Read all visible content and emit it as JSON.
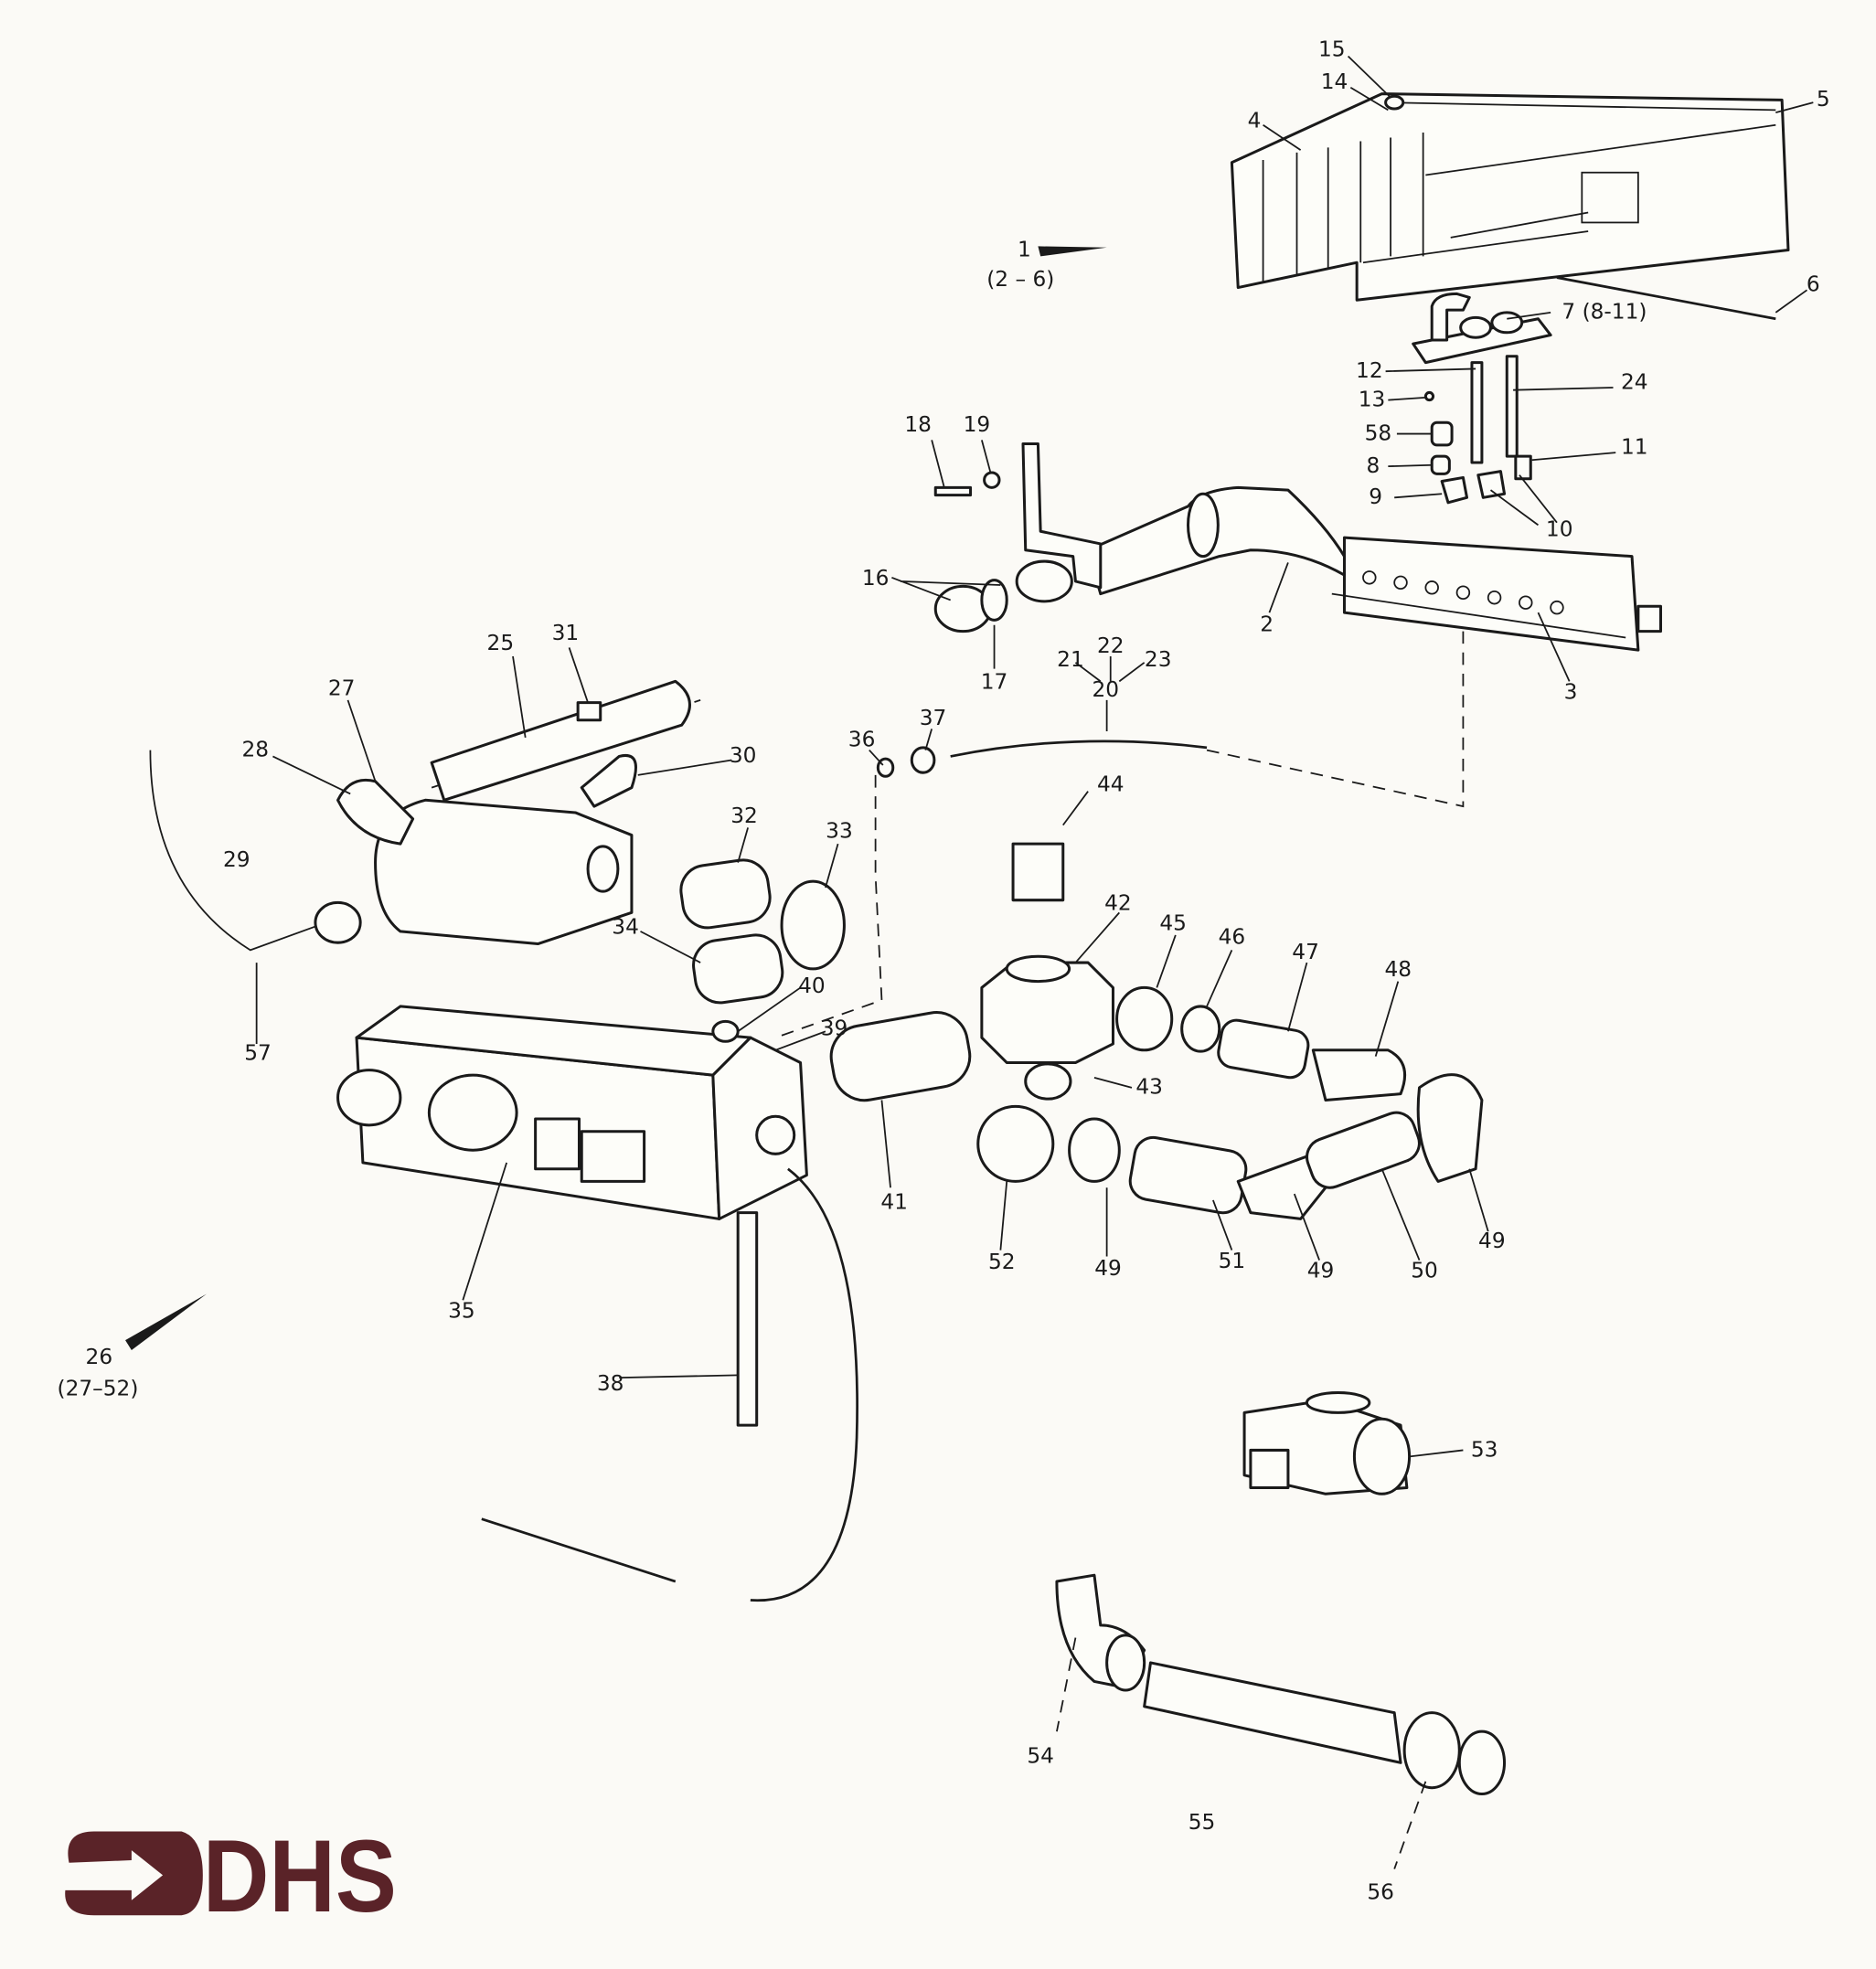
{
  "diagram": {
    "title": "Gas burner and control valve exploded parts diagram",
    "callouts": [
      "15",
      "14",
      "4",
      "5",
      "1",
      "(2 – 6)",
      "6",
      "7 (8-11)",
      "12",
      "24",
      "13",
      "58",
      "11",
      "8",
      "9",
      "10",
      "18",
      "19",
      "16",
      "2",
      "3",
      "17",
      "21",
      "22",
      "23",
      "20",
      "25",
      "31",
      "27",
      "28",
      "30",
      "36",
      "37",
      "44",
      "32",
      "33",
      "29",
      "42",
      "45",
      "46",
      "47",
      "48",
      "34",
      "40",
      "39",
      "57",
      "43",
      "41",
      "52",
      "49",
      "51",
      "49",
      "50",
      "49",
      "35",
      "26",
      "(27–52)",
      "38",
      "53",
      "54",
      "55",
      "56"
    ]
  },
  "logo": {
    "text": "DHS",
    "color": "#5a2328"
  }
}
